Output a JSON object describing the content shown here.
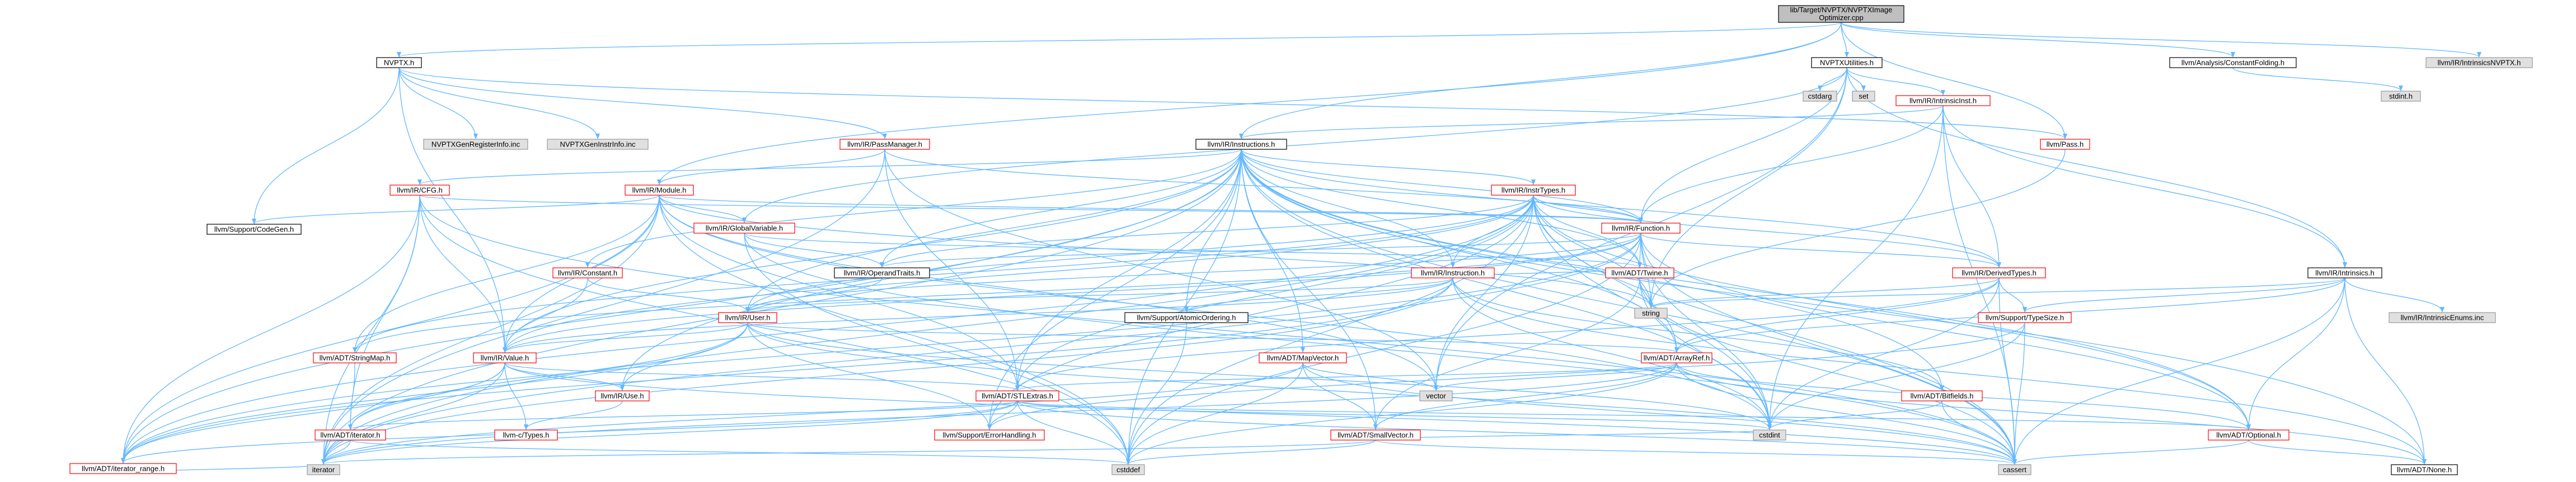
{
  "nodes": [
    {
      "id": "root",
      "label": [
        "lib/Target/NVPTX/NVPTXImage",
        "Optimizer.cpp"
      ],
      "style": "root"
    },
    {
      "id": "nvptx_h",
      "label": [
        "NVPTX.h"
      ],
      "style": "normal"
    },
    {
      "id": "nvptxutil",
      "label": [
        "NVPTXUtilities.h"
      ],
      "style": "normal"
    },
    {
      "id": "constfold",
      "label": [
        "llvm/Analysis/ConstantFolding.h"
      ],
      "style": "normal"
    },
    {
      "id": "intrnvptx",
      "label": [
        "llvm/IR/IntrinsicsNVPTX.h"
      ],
      "style": "ext"
    },
    {
      "id": "pass",
      "label": [
        "llvm/Pass.h"
      ],
      "style": "red"
    },
    {
      "id": "reginfo",
      "label": [
        "NVPTXGenRegisterInfo.inc"
      ],
      "style": "ext"
    },
    {
      "id": "instrinfo",
      "label": [
        "NVPTXGenInstrInfo.inc"
      ],
      "style": "ext"
    },
    {
      "id": "passmgr",
      "label": [
        "llvm/IR/PassManager.h"
      ],
      "style": "red"
    },
    {
      "id": "instructions",
      "label": [
        "llvm/IR/Instructions.h"
      ],
      "style": "normal"
    },
    {
      "id": "cstdarg",
      "label": [
        "cstdarg"
      ],
      "style": "ext"
    },
    {
      "id": "set",
      "label": [
        "set"
      ],
      "style": "ext"
    },
    {
      "id": "intrinsicinst",
      "label": [
        "llvm/IR/IntrinsicInst.h"
      ],
      "style": "red"
    },
    {
      "id": "stdint",
      "label": [
        "stdint.h"
      ],
      "style": "ext"
    },
    {
      "id": "cfg",
      "label": [
        "llvm/IR/CFG.h"
      ],
      "style": "red"
    },
    {
      "id": "module",
      "label": [
        "llvm/IR/Module.h"
      ],
      "style": "red"
    },
    {
      "id": "instrtypes",
      "label": [
        "llvm/IR/InstrTypes.h"
      ],
      "style": "red"
    },
    {
      "id": "codegen",
      "label": [
        "llvm/Support/CodeGen.h"
      ],
      "style": "normal"
    },
    {
      "id": "globalvar",
      "label": [
        "llvm/IR/GlobalVariable.h"
      ],
      "style": "red"
    },
    {
      "id": "function",
      "label": [
        "llvm/IR/Function.h"
      ],
      "style": "red"
    },
    {
      "id": "intrinsics",
      "label": [
        "llvm/IR/Intrinsics.h"
      ],
      "style": "normal"
    },
    {
      "id": "constant",
      "label": [
        "llvm/IR/Constant.h"
      ],
      "style": "red"
    },
    {
      "id": "operandtraits",
      "label": [
        "llvm/IR/OperandTraits.h"
      ],
      "style": "normal"
    },
    {
      "id": "instruction",
      "label": [
        "llvm/IR/Instruction.h"
      ],
      "style": "red"
    },
    {
      "id": "twine",
      "label": [
        "llvm/ADT/Twine.h"
      ],
      "style": "red"
    },
    {
      "id": "derivedtypes",
      "label": [
        "llvm/IR/DerivedTypes.h"
      ],
      "style": "red"
    },
    {
      "id": "intrenums",
      "label": [
        "llvm/IR/IntrinsicEnums.inc"
      ],
      "style": "ext"
    },
    {
      "id": "user",
      "label": [
        "llvm/IR/User.h"
      ],
      "style": "red"
    },
    {
      "id": "atomicordering",
      "label": [
        "llvm/Support/AtomicOrdering.h"
      ],
      "style": "normal"
    },
    {
      "id": "string",
      "label": [
        "string"
      ],
      "style": "ext"
    },
    {
      "id": "typesize",
      "label": [
        "llvm/Support/TypeSize.h"
      ],
      "style": "red"
    },
    {
      "id": "stringmap",
      "label": [
        "llvm/ADT/StringMap.h"
      ],
      "style": "red"
    },
    {
      "id": "value",
      "label": [
        "llvm/IR/Value.h"
      ],
      "style": "red"
    },
    {
      "id": "mapvector",
      "label": [
        "llvm/ADT/MapVector.h"
      ],
      "style": "red"
    },
    {
      "id": "arrayref",
      "label": [
        "llvm/ADT/ArrayRef.h"
      ],
      "style": "red"
    },
    {
      "id": "use",
      "label": [
        "llvm/IR/Use.h"
      ],
      "style": "red"
    },
    {
      "id": "stlextras",
      "label": [
        "llvm/ADT/STLExtras.h"
      ],
      "style": "red"
    },
    {
      "id": "vector",
      "label": [
        "vector"
      ],
      "style": "ext"
    },
    {
      "id": "smallvector",
      "label": [
        "llvm/ADT/SmallVector.h"
      ],
      "style": "red"
    },
    {
      "id": "bitfields",
      "label": [
        "llvm/ADT/Bitfields.h"
      ],
      "style": "red"
    },
    {
      "id": "iterator",
      "label": [
        "llvm/ADT/iterator.h"
      ],
      "style": "red"
    },
    {
      "id": "ctypes",
      "label": [
        "llvm-c/Types.h"
      ],
      "style": "red"
    },
    {
      "id": "errorhandling",
      "label": [
        "llvm/Support/ErrorHandling.h"
      ],
      "style": "red"
    },
    {
      "id": "cstdint",
      "label": [
        "cstdint"
      ],
      "style": "ext"
    },
    {
      "id": "optional",
      "label": [
        "llvm/ADT/Optional.h"
      ],
      "style": "red"
    },
    {
      "id": "iterrange",
      "label": [
        "llvm/ADT/iterator_range.h"
      ],
      "style": "red"
    },
    {
      "id": "iterator_std",
      "label": [
        "iterator"
      ],
      "style": "ext"
    },
    {
      "id": "cstddef",
      "label": [
        "cstddef"
      ],
      "style": "ext"
    },
    {
      "id": "cassert",
      "label": [
        "cassert"
      ],
      "style": "ext"
    },
    {
      "id": "none",
      "label": [
        "llvm/ADT/None.h"
      ],
      "style": "normal"
    }
  ],
  "edges": [
    [
      "root",
      "nvptx_h"
    ],
    [
      "root",
      "nvptxutil"
    ],
    [
      "root",
      "constfold"
    ],
    [
      "root",
      "intrnvptx"
    ],
    [
      "root",
      "pass"
    ],
    [
      "root",
      "instructions"
    ],
    [
      "root",
      "module"
    ],
    [
      "nvptx_h",
      "reginfo"
    ],
    [
      "nvptx_h",
      "instrinfo"
    ],
    [
      "nvptx_h",
      "passmgr"
    ],
    [
      "nvptx_h",
      "codegen"
    ],
    [
      "nvptx_h",
      "pass"
    ],
    [
      "nvptx_h",
      "value"
    ],
    [
      "nvptxutil",
      "cstdarg"
    ],
    [
      "nvptxutil",
      "set"
    ],
    [
      "nvptxutil",
      "intrinsicinst"
    ],
    [
      "nvptxutil",
      "string"
    ],
    [
      "nvptxutil",
      "vector"
    ],
    [
      "nvptxutil",
      "function"
    ],
    [
      "nvptxutil",
      "globalvar"
    ],
    [
      "nvptxutil",
      "intrinsics"
    ],
    [
      "constfold",
      "stdint"
    ],
    [
      "pass",
      "string"
    ],
    [
      "intrinsicinst",
      "derivedtypes"
    ],
    [
      "intrinsicinst",
      "function"
    ],
    [
      "intrinsicinst",
      "instructions"
    ],
    [
      "intrinsicinst",
      "intrinsics"
    ],
    [
      "intrinsicinst",
      "cassert"
    ],
    [
      "intrinsicinst",
      "cstdint"
    ],
    [
      "passmgr",
      "module"
    ],
    [
      "passmgr",
      "function"
    ],
    [
      "passmgr",
      "stlextras"
    ],
    [
      "passmgr",
      "iterator_std"
    ],
    [
      "passmgr",
      "vector"
    ],
    [
      "passmgr",
      "cstring_none"
    ],
    [
      "instructions",
      "cfg"
    ],
    [
      "instructions",
      "instrtypes"
    ],
    [
      "instructions",
      "constant"
    ],
    [
      "instructions",
      "function"
    ],
    [
      "instructions",
      "instruction"
    ],
    [
      "instructions",
      "operandtraits"
    ],
    [
      "instructions",
      "derivedtypes"
    ],
    [
      "instructions",
      "twine"
    ],
    [
      "instructions",
      "user"
    ],
    [
      "instructions",
      "value"
    ],
    [
      "instructions",
      "atomicordering"
    ],
    [
      "instructions",
      "mapvector"
    ],
    [
      "instructions",
      "arrayref"
    ],
    [
      "instructions",
      "stlextras"
    ],
    [
      "instructions",
      "smallvector"
    ],
    [
      "instructions",
      "bitfields"
    ],
    [
      "instructions",
      "iterrange"
    ],
    [
      "instructions",
      "errorhandling"
    ],
    [
      "instructions",
      "optional"
    ],
    [
      "instructions",
      "none"
    ],
    [
      "instructions",
      "cstddef"
    ],
    [
      "instructions",
      "cstdint"
    ],
    [
      "instructions",
      "iterator_std"
    ],
    [
      "instructions",
      "cassert"
    ],
    [
      "instructions",
      "use"
    ],
    [
      "cfg",
      "function"
    ],
    [
      "cfg",
      "value"
    ],
    [
      "cfg",
      "iterator"
    ],
    [
      "cfg",
      "iterrange"
    ],
    [
      "cfg",
      "cassert"
    ],
    [
      "cfg",
      "cstddef"
    ],
    [
      "cfg",
      "iterator_std"
    ],
    [
      "module",
      "function"
    ],
    [
      "module",
      "globalvar"
    ],
    [
      "module",
      "stringmap"
    ],
    [
      "module",
      "codegen"
    ],
    [
      "module",
      "iterrange"
    ],
    [
      "module",
      "cstddef"
    ],
    [
      "module",
      "vector"
    ],
    [
      "module",
      "value"
    ],
    [
      "module",
      "stlextras"
    ],
    [
      "module",
      "cstdint"
    ],
    [
      "module",
      "string"
    ],
    [
      "module",
      "iterator_std"
    ],
    [
      "instrtypes",
      "function"
    ],
    [
      "instrtypes",
      "instruction"
    ],
    [
      "instrtypes",
      "operandtraits"
    ],
    [
      "instrtypes",
      "derivedtypes"
    ],
    [
      "instrtypes",
      "twine"
    ],
    [
      "instrtypes",
      "user"
    ],
    [
      "instrtypes",
      "value"
    ],
    [
      "instrtypes",
      "arrayref"
    ],
    [
      "instrtypes",
      "stlextras"
    ],
    [
      "instrtypes",
      "iterrange"
    ],
    [
      "instrtypes",
      "optional"
    ],
    [
      "instrtypes",
      "cstddef"
    ],
    [
      "instrtypes",
      "cstdint"
    ],
    [
      "instrtypes",
      "iterator_std"
    ],
    [
      "instrtypes",
      "cassert"
    ],
    [
      "instrtypes",
      "string"
    ],
    [
      "instrtypes",
      "vector"
    ],
    [
      "instrtypes",
      "errorhandling"
    ],
    [
      "instrtypes",
      "stringmap"
    ],
    [
      "instrtypes",
      "sequence"
    ],
    [
      "globalvar",
      "operandtraits"
    ],
    [
      "globalvar",
      "twine"
    ],
    [
      "globalvar",
      "cassert"
    ],
    [
      "globalvar",
      "cstddef"
    ],
    [
      "function",
      "derivedtypes"
    ],
    [
      "function",
      "twine"
    ],
    [
      "function",
      "operandtraits"
    ],
    [
      "function",
      "value"
    ],
    [
      "function",
      "iterrange"
    ],
    [
      "function",
      "stringmap"
    ],
    [
      "function",
      "cstdint"
    ],
    [
      "function",
      "cassert"
    ],
    [
      "function",
      "cstddef"
    ],
    [
      "function",
      "string"
    ],
    [
      "function",
      "optional"
    ],
    [
      "function",
      "iterator_std"
    ],
    [
      "function",
      "user"
    ],
    [
      "intrinsics",
      "intrenums"
    ],
    [
      "intrinsics",
      "arrayref"
    ],
    [
      "intrinsics",
      "optional"
    ],
    [
      "intrinsics",
      "none"
    ],
    [
      "intrinsics",
      "string"
    ],
    [
      "intrinsics",
      "typesize"
    ],
    [
      "intrinsics",
      "cassert"
    ],
    [
      "constant",
      "user"
    ],
    [
      "constant",
      "value"
    ],
    [
      "operandtraits",
      "user"
    ],
    [
      "instruction",
      "user"
    ],
    [
      "instruction",
      "twine"
    ],
    [
      "instruction",
      "value"
    ],
    [
      "instruction",
      "atomicordering"
    ],
    [
      "instruction",
      "bitfields"
    ],
    [
      "instruction",
      "cstdint"
    ],
    [
      "instruction",
      "iterator_std"
    ],
    [
      "instruction",
      "none"
    ],
    [
      "instruction",
      "iterrange"
    ],
    [
      "twine",
      "smallvector"
    ],
    [
      "twine",
      "cassert"
    ],
    [
      "twine",
      "cstdint"
    ],
    [
      "twine",
      "string"
    ],
    [
      "derivedtypes",
      "typesize"
    ],
    [
      "derivedtypes",
      "arrayref"
    ],
    [
      "derivedtypes",
      "stlextras"
    ],
    [
      "derivedtypes",
      "cassert"
    ],
    [
      "derivedtypes",
      "cstdint"
    ],
    [
      "derivedtypes",
      "string"
    ],
    [
      "user",
      "value"
    ],
    [
      "user",
      "use"
    ],
    [
      "user",
      "iterator"
    ],
    [
      "user",
      "iterrange"
    ],
    [
      "user",
      "errorhandling"
    ],
    [
      "user",
      "arrayref"
    ],
    [
      "user",
      "cassert"
    ],
    [
      "user",
      "cstdint"
    ],
    [
      "atomicordering",
      "cstddef"
    ],
    [
      "typesize",
      "errorhandling"
    ],
    [
      "typesize",
      "cassert"
    ],
    [
      "typesize",
      "cstdint"
    ],
    [
      "stringmap",
      "iterator"
    ],
    [
      "value",
      "use"
    ],
    [
      "value",
      "ctypes"
    ],
    [
      "value",
      "iterator"
    ],
    [
      "value",
      "iterrange"
    ],
    [
      "value",
      "stlextras"
    ],
    [
      "value",
      "cassert"
    ],
    [
      "value",
      "iterator_std"
    ],
    [
      "mapvector",
      "smallvector"
    ],
    [
      "mapvector",
      "vector"
    ],
    [
      "mapvector",
      "cassert"
    ],
    [
      "mapvector",
      "cstddef"
    ],
    [
      "mapvector",
      "iterator_std"
    ],
    [
      "arrayref",
      "smallvector"
    ],
    [
      "arrayref",
      "stlextras"
    ],
    [
      "arrayref",
      "none"
    ],
    [
      "arrayref",
      "optional"
    ],
    [
      "arrayref",
      "vector"
    ],
    [
      "arrayref",
      "cassert"
    ],
    [
      "arrayref",
      "cstddef"
    ],
    [
      "arrayref",
      "iterator_std"
    ],
    [
      "use",
      "ctypes"
    ],
    [
      "stlextras",
      "optional"
    ],
    [
      "stlextras",
      "iterator"
    ],
    [
      "stlextras",
      "iterrange"
    ],
    [
      "stlextras",
      "errorhandling"
    ],
    [
      "stlextras",
      "cassert"
    ],
    [
      "stlextras",
      "cstddef"
    ],
    [
      "stlextras",
      "cstdint"
    ],
    [
      "stlextras",
      "iterator_std"
    ],
    [
      "smallvector",
      "cassert"
    ],
    [
      "smallvector",
      "cstddef"
    ],
    [
      "smallvector",
      "cstdint"
    ],
    [
      "smallvector",
      "iterator_std"
    ],
    [
      "bitfields",
      "cassert"
    ],
    [
      "bitfields",
      "cstdint"
    ],
    [
      "iterator",
      "iterator_std"
    ],
    [
      "iterator",
      "cstddef"
    ],
    [
      "optional",
      "none"
    ],
    [
      "optional",
      "cassert"
    ],
    [
      "iterrange",
      "iterator_std"
    ]
  ],
  "colors": {
    "root_fill": "#bfbfbf",
    "root_stroke": "#000000",
    "normal_fill": "#ffffff",
    "normal_stroke": "#000000",
    "red_fill": "#ffffff",
    "red_stroke": "#ff0000",
    "ext_fill": "#e0e0e0",
    "ext_stroke": "#999999",
    "edge": "#63b8ff",
    "edge_dark": "#4682b4"
  }
}
